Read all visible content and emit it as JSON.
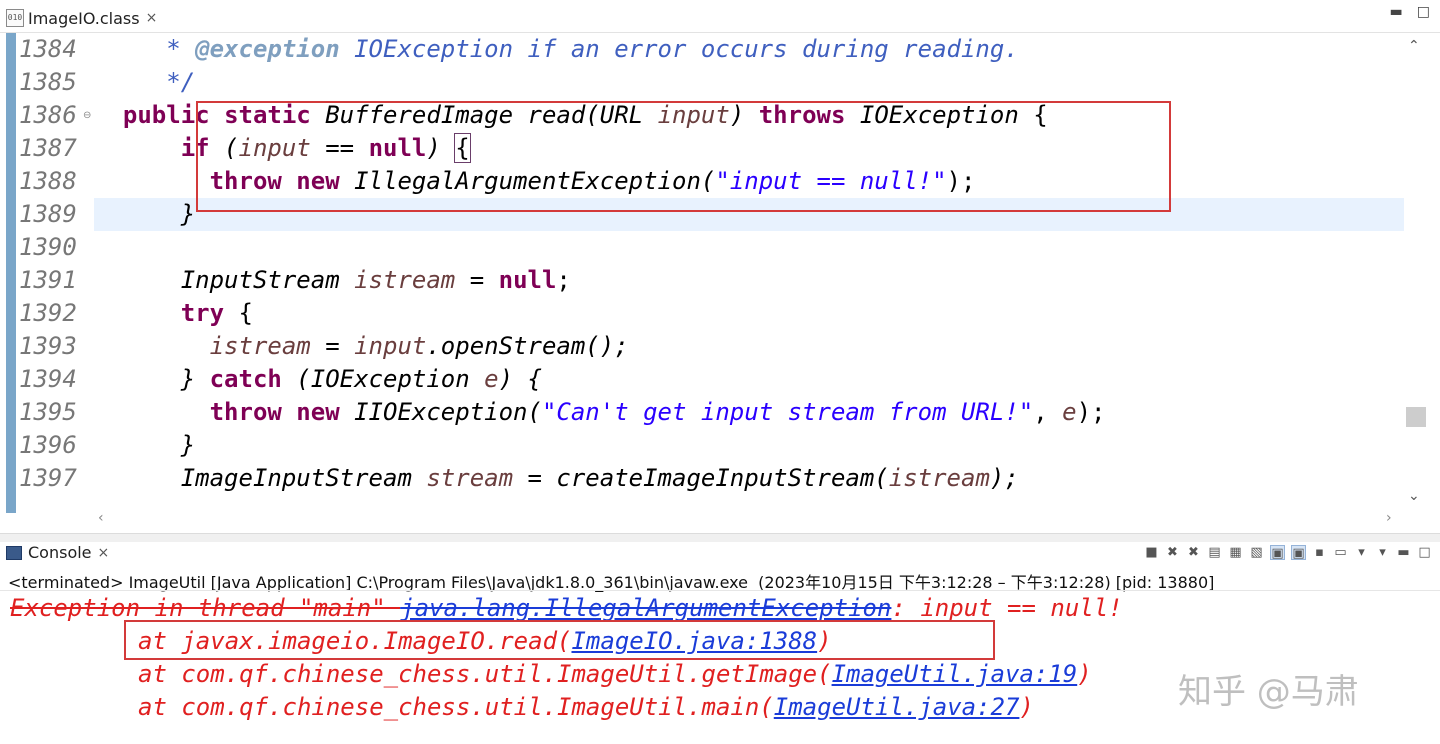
{
  "editor_tab": {
    "icon": "010",
    "label": "ImageIO.class",
    "close": "×"
  },
  "window_buttons": {
    "minimize": "▬",
    "maximize": "□"
  },
  "code_lines": [
    {
      "n": "1384"
    },
    {
      "n": "1385"
    },
    {
      "n": "1386"
    },
    {
      "n": "1387"
    },
    {
      "n": "1388"
    },
    {
      "n": "1389"
    },
    {
      "n": "1390"
    },
    {
      "n": "1391"
    },
    {
      "n": "1392"
    },
    {
      "n": "1393"
    },
    {
      "n": "1394"
    },
    {
      "n": "1395"
    },
    {
      "n": "1396"
    },
    {
      "n": "1397"
    }
  ],
  "code": {
    "l1384": {
      "star": " * ",
      "tag": "@exception",
      "rest": " IOException if an error occurs during reading."
    },
    "l1385": {
      "text": " */"
    },
    "l1386": {
      "kw1": "public",
      "kw2": "static",
      "t1": "BufferedImage",
      "m": "read(",
      "t2": "URL",
      "v": "input",
      "p": ")",
      "kw3": "throws",
      "t3": "IOException",
      "b": " {"
    },
    "l1387": {
      "kw": "if",
      "p1": " (",
      "v": "input",
      "op": " == ",
      "kw2": "null",
      "p2": ") ",
      "brace": "{"
    },
    "l1388": {
      "kw1": "throw",
      "kw2": "new",
      "t": "IllegalArgumentException(",
      "s": "\"input == null!\"",
      "end": ");"
    },
    "l1389": {
      "text": "}"
    },
    "l1391": {
      "t": "InputStream",
      "v": "istream",
      "op": " = ",
      "kw": "null",
      "end": ";"
    },
    "l1392": {
      "kw": "try",
      "end": " {"
    },
    "l1393": {
      "v1": "istream",
      "op": " = ",
      "v2": "input",
      "end": ".openStream();"
    },
    "l1394": {
      "p": "} ",
      "kw": "catch",
      "p2": " (",
      "t": "IOException",
      "v": "e",
      "end": ") {"
    },
    "l1395": {
      "kw1": "throw",
      "kw2": "new",
      "t": "IIOException(",
      "s": "\"Can't get input stream from URL!\"",
      "mid": ", ",
      "v": "e",
      "end": ");"
    },
    "l1396": {
      "text": "}"
    },
    "l1397": {
      "t": "ImageInputStream",
      "v": "stream",
      "op": " = ",
      "m": "createImageInputStream(",
      "v2": "istream",
      "end": ");"
    }
  },
  "console": {
    "tab_label": "Console",
    "tab_close": "×",
    "status": "<terminated> ImageUtil [Java Application] C:\\Program Files\\Java\\jdk1.8.0_361\\bin\\javaw.exe  (2023年10月15日 下午3:12:28 – 下午3:12:28) [pid: 13880]",
    "line1": {
      "pre": "Exception in thread \"main\" ",
      "link": "java.lang.IllegalArgumentException",
      "post": ": input == null!"
    },
    "line2": {
      "pre": "at javax.imageio.ImageIO.read(",
      "link": "ImageIO.java:1388",
      "post": ")"
    },
    "line3": {
      "pre": "at com.qf.chinese_chess.util.ImageUtil.getImage(",
      "link": "ImageUtil.java:19",
      "post": ")"
    },
    "line4": {
      "pre": "at com.qf.chinese_chess.util.ImageUtil.main(",
      "link": "ImageUtil.java:27",
      "post": ")"
    }
  },
  "watermark": "知乎 @马肃",
  "colors": {
    "highlight_box": "#d33a3a",
    "keyword": "#7f0055",
    "string": "#2a00ff",
    "comment": "#3f5fbf",
    "error": "#e02020",
    "link": "#1a3cd8",
    "current_line": "#e8f2fe"
  }
}
